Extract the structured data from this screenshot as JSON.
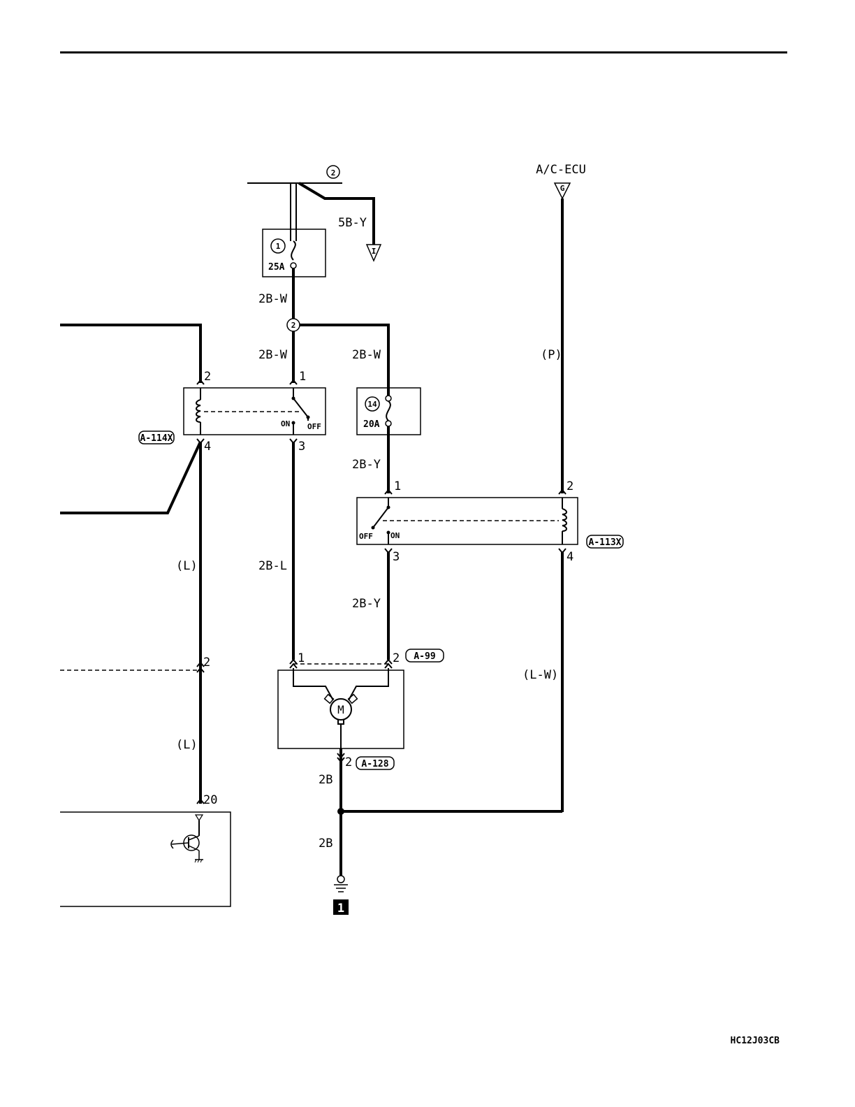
{
  "labels": {
    "ecu": "A/C-ECU",
    "ecu_terminal": "G",
    "i_terminal": "I",
    "circle_2": "2",
    "wire_5by": "5B-Y",
    "fuse1_num": "1",
    "fuse1_rating": "25A",
    "wire_2bw_a": "2B-W",
    "junction": "2",
    "wire_2bw_b": "2B-W",
    "wire_2bw_c": "2B-W",
    "wire_p": "(P)",
    "fuse14_num": "14",
    "fuse14_rating": "20A",
    "wire_2by_a": "2B-Y",
    "wire_2by_b": "2B-Y",
    "wire_l_a": "(L)",
    "wire_l_b": "(L)",
    "wire_2bl": "2B-L",
    "wire_lw": "(L-W)",
    "wire_2b_a": "2B",
    "wire_2b_b": "2B",
    "ground_num": "1",
    "motor": "M",
    "code": "HC12J03CB"
  },
  "relays": {
    "a114": {
      "name": "A-114X",
      "pin_top_left": "2",
      "pin_top_right": "1",
      "pin_bot_left": "4",
      "pin_bot_right": "3",
      "on": "ON",
      "off": "OFF"
    },
    "a113": {
      "name": "A-113X",
      "pin_top_left": "1",
      "pin_top_right": "2",
      "pin_bot_left": "3",
      "pin_bot_right": "4",
      "on": "ON",
      "off": "OFF"
    }
  },
  "connectors": {
    "a99": {
      "name": "A-99",
      "pin1": "1",
      "pin2": "2"
    },
    "a128": {
      "name": "A-128",
      "pin": "2"
    },
    "left_mid_pin": "2",
    "left_bottom_pin": "20"
  }
}
